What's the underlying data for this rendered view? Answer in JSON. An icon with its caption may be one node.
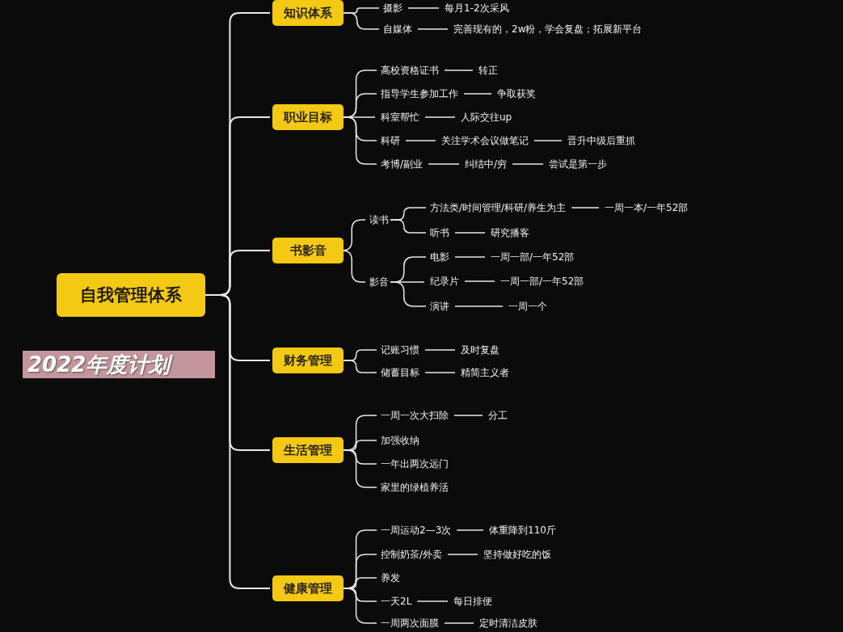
{
  "diagram": {
    "nodes": [
      {
        "text": [
          "自我管理体系"
        ]
      },
      {
        "text": [
          "2022年度计划"
        ]
      },
      {
        "text": [
          "知识体系"
        ]
      },
      {
        "text": [
          "摄影"
        ]
      },
      {
        "text": [
          "每月1-2次采风"
        ]
      },
      {
        "text": [
          "自媒体"
        ]
      },
      {
        "text": [
          "完善现有的，2w粉，学会复盘；拓展新平台"
        ]
      },
      {
        "text": [
          "职业目标"
        ]
      },
      {
        "text": [
          "高校资格证书"
        ]
      },
      {
        "text": [
          "转正"
        ]
      },
      {
        "text": [
          "指导学生参加工作"
        ]
      },
      {
        "text": [
          "争取获奖"
        ]
      },
      {
        "text": [
          "科室帮忙"
        ]
      },
      {
        "text": [
          "人际交往up"
        ]
      },
      {
        "text": [
          "科研"
        ]
      },
      {
        "text": [
          "关注学术会议做笔记"
        ]
      },
      {
        "text": [
          "晋升中级后重抓"
        ]
      },
      {
        "text": [
          "考博/副业"
        ]
      },
      {
        "text": [
          "纠结中/穷"
        ]
      },
      {
        "text": [
          "尝试是第一步"
        ]
      },
      {
        "text": [
          "书影音"
        ]
      },
      {
        "text": [
          "读书"
        ]
      },
      {
        "text": [
          "方法类/时间管理/科研/养生为主"
        ]
      },
      {
        "text": [
          "一周一本/一年52部"
        ]
      },
      {
        "text": [
          "听书"
        ]
      },
      {
        "text": [
          "研究播客"
        ]
      },
      {
        "text": [
          "影音"
        ]
      },
      {
        "text": [
          "电影"
        ]
      },
      {
        "text": [
          "一周一部/一年52部"
        ]
      },
      {
        "text": [
          "纪录片"
        ]
      },
      {
        "text": [
          "一周一部/一年52部"
        ]
      },
      {
        "text": [
          "演讲"
        ]
      },
      {
        "text": [
          "一周一个"
        ]
      },
      {
        "text": [
          "财务管理"
        ]
      },
      {
        "text": [
          "记账习惯"
        ]
      },
      {
        "text": [
          "及时复盘"
        ]
      },
      {
        "text": [
          "储蓄目标"
        ]
      },
      {
        "text": [
          "精简主义者"
        ]
      },
      {
        "text": [
          "生活管理"
        ]
      },
      {
        "text": [
          "一周一次大扫除"
        ]
      },
      {
        "text": [
          "分工"
        ]
      },
      {
        "text": [
          "加强收纳"
        ]
      },
      {
        "text": [
          "一年出两次远门"
        ]
      },
      {
        "text": [
          "家里的绿植养活"
        ]
      },
      {
        "text": [
          "健康管理"
        ]
      },
      {
        "text": [
          "一周运动2—3次"
        ]
      },
      {
        "text": [
          "体重降到110斤"
        ]
      },
      {
        "text": [
          "控制奶茶/外卖"
        ]
      },
      {
        "text": [
          "坚持做好吃的饭"
        ]
      },
      {
        "text": [
          "养发"
        ]
      },
      {
        "text": [
          "一天2L"
        ]
      },
      {
        "text": [
          "每日排便"
        ]
      },
      {
        "text": [
          "一周两次面膜"
        ]
      },
      {
        "text": [
          "定时清洁皮肤"
        ]
      }
    ],
    "edges": [
      {
        "from": 0,
        "to": 2,
        "arrow": "none"
      },
      {
        "from": 0,
        "to": 7,
        "arrow": "none"
      },
      {
        "from": 0,
        "to": 20,
        "arrow": "none"
      },
      {
        "from": 0,
        "to": 33,
        "arrow": "none"
      },
      {
        "from": 0,
        "to": 38,
        "arrow": "none"
      },
      {
        "from": 0,
        "to": 44,
        "arrow": "none"
      },
      {
        "from": 2,
        "to": 3,
        "arrow": "none"
      },
      {
        "from": 2,
        "to": 5,
        "arrow": "none"
      },
      {
        "from": 3,
        "to": 4,
        "arrow": "none"
      },
      {
        "from": 5,
        "to": 6,
        "arrow": "none"
      },
      {
        "from": 7,
        "to": 8,
        "arrow": "none"
      },
      {
        "from": 7,
        "to": 10,
        "arrow": "none"
      },
      {
        "from": 7,
        "to": 12,
        "arrow": "none"
      },
      {
        "from": 7,
        "to": 14,
        "arrow": "none"
      },
      {
        "from": 7,
        "to": 17,
        "arrow": "none"
      },
      {
        "from": 8,
        "to": 9,
        "arrow": "none"
      },
      {
        "from": 10,
        "to": 11,
        "arrow": "none"
      },
      {
        "from": 12,
        "to": 13,
        "arrow": "none"
      },
      {
        "from": 14,
        "to": 15,
        "arrow": "none"
      },
      {
        "from": 15,
        "to": 16,
        "arrow": "none"
      },
      {
        "from": 17,
        "to": 18,
        "arrow": "none"
      },
      {
        "from": 18,
        "to": 19,
        "arrow": "none"
      },
      {
        "from": 20,
        "to": 21,
        "arrow": "none"
      },
      {
        "from": 20,
        "to": 26,
        "arrow": "none"
      },
      {
        "from": 21,
        "to": 22,
        "arrow": "none"
      },
      {
        "from": 21,
        "to": 24,
        "arrow": "none"
      },
      {
        "from": 22,
        "to": 23,
        "arrow": "none"
      },
      {
        "from": 24,
        "to": 25,
        "arrow": "none"
      },
      {
        "from": 26,
        "to": 27,
        "arrow": "none"
      },
      {
        "from": 26,
        "to": 29,
        "arrow": "none"
      },
      {
        "from": 26,
        "to": 31,
        "arrow": "none"
      },
      {
        "from": 27,
        "to": 28,
        "arrow": "none"
      },
      {
        "from": 29,
        "to": 30,
        "arrow": "none"
      },
      {
        "from": 31,
        "to": 32,
        "arrow": "none"
      },
      {
        "from": 33,
        "to": 34,
        "arrow": "none"
      },
      {
        "from": 33,
        "to": 36,
        "arrow": "none"
      },
      {
        "from": 34,
        "to": 35,
        "arrow": "none"
      },
      {
        "from": 36,
        "to": 37,
        "arrow": "none"
      },
      {
        "from": 38,
        "to": 39,
        "arrow": "none"
      },
      {
        "from": 38,
        "to": 41,
        "arrow": "none"
      },
      {
        "from": 38,
        "to": 42,
        "arrow": "none"
      },
      {
        "from": 38,
        "to": 43,
        "arrow": "none"
      },
      {
        "from": 39,
        "to": 40,
        "arrow": "none"
      },
      {
        "from": 44,
        "to": 45,
        "arrow": "none"
      },
      {
        "from": 44,
        "to": 47,
        "arrow": "none"
      },
      {
        "from": 44,
        "to": 49,
        "arrow": "none"
      },
      {
        "from": 44,
        "to": 50,
        "arrow": "none"
      },
      {
        "from": 44,
        "to": 52,
        "arrow": "none"
      },
      {
        "from": 45,
        "to": 46,
        "arrow": "none"
      },
      {
        "from": 47,
        "to": 48,
        "arrow": "none"
      },
      {
        "from": 50,
        "to": 51,
        "arrow": "none"
      },
      {
        "from": 52,
        "to": 53,
        "arrow": "none"
      }
    ]
  }
}
